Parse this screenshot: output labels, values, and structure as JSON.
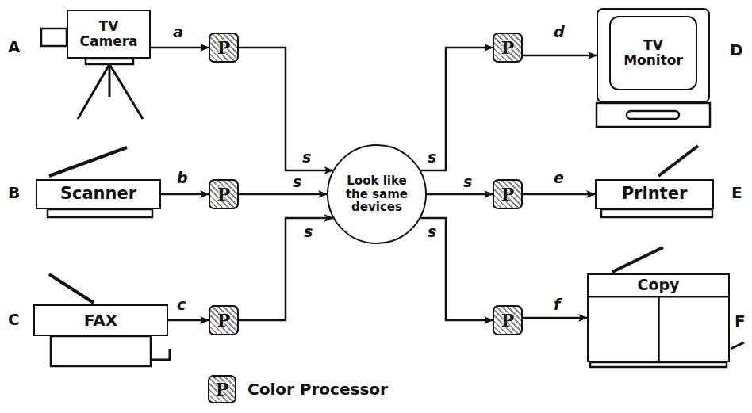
{
  "diagram": {
    "nodes": [
      {
        "text": [
          "TV Camera"
        ]
      },
      {
        "text": [
          "Scanner"
        ]
      },
      {
        "text": [
          "FAX"
        ]
      },
      {
        "text": [
          "P"
        ]
      },
      {
        "text": [
          "P"
        ]
      },
      {
        "text": [
          "P"
        ]
      },
      {
        "text": [
          "Look like the same devices"
        ]
      },
      {
        "text": [
          "P"
        ]
      },
      {
        "text": [
          "P"
        ]
      },
      {
        "text": [
          "P"
        ]
      },
      {
        "text": [
          "TV Monitor"
        ]
      },
      {
        "text": [
          "Printer"
        ]
      },
      {
        "text": [
          "Copy"
        ]
      }
    ],
    "edges": [
      {
        "from": 0,
        "to": 3,
        "label": "a",
        "arrow": "to"
      },
      {
        "from": 1,
        "to": 4,
        "label": "b",
        "arrow": "to"
      },
      {
        "from": 2,
        "to": 5,
        "label": "c",
        "arrow": "to"
      },
      {
        "from": 3,
        "to": 6,
        "label": "s",
        "arrow": "to"
      },
      {
        "from": 4,
        "to": 6,
        "label": "s",
        "arrow": "to"
      },
      {
        "from": 5,
        "to": 6,
        "label": "s",
        "arrow": "to"
      },
      {
        "from": 6,
        "to": 7,
        "label": "s",
        "arrow": "to"
      },
      {
        "from": 6,
        "to": 8,
        "label": "s",
        "arrow": "to"
      },
      {
        "from": 6,
        "to": 9,
        "label": "s",
        "arrow": "to"
      },
      {
        "from": 7,
        "to": 10,
        "label": "d",
        "arrow": "to"
      },
      {
        "from": 8,
        "to": 11,
        "label": "e",
        "arrow": "to"
      },
      {
        "from": 9,
        "to": 12,
        "label": "f",
        "arrow": "to"
      }
    ],
    "labels": [
      "A",
      "B",
      "C",
      "D",
      "E",
      "F",
      "P"
    ],
    "legend": [
      {
        "text": "Color Processor"
      }
    ]
  }
}
